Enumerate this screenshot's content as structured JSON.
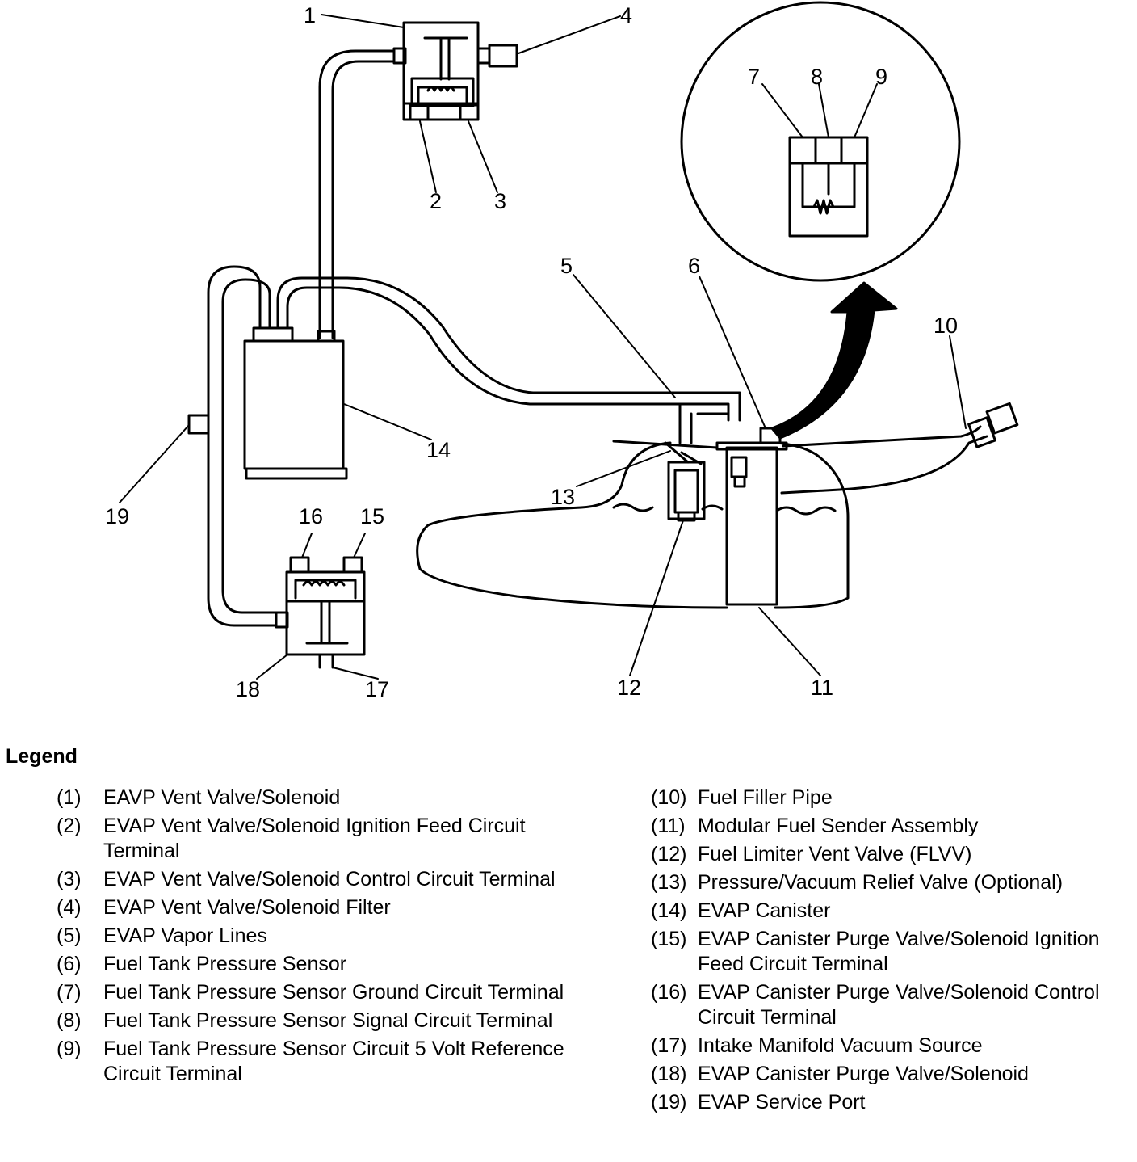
{
  "legend": {
    "title": "Legend",
    "items": [
      {
        "num": "(1)",
        "text": "EAVP Vent Valve/Solenoid"
      },
      {
        "num": "(2)",
        "text": "EVAP Vent Valve/Solenoid Ignition Feed Circuit Terminal"
      },
      {
        "num": "(3)",
        "text": "EVAP Vent Valve/Solenoid Control Circuit Terminal"
      },
      {
        "num": "(4)",
        "text": "EVAP Vent Valve/Solenoid Filter"
      },
      {
        "num": "(5)",
        "text": "EVAP Vapor Lines"
      },
      {
        "num": "(6)",
        "text": "Fuel Tank Pressure Sensor"
      },
      {
        "num": "(7)",
        "text": "Fuel Tank Pressure Sensor Ground Circuit Terminal"
      },
      {
        "num": "(8)",
        "text": "Fuel Tank Pressure Sensor Signal Circuit Terminal"
      },
      {
        "num": "(9)",
        "text": "Fuel Tank Pressure Sensor Circuit 5 Volt Reference Circuit Terminal"
      },
      {
        "num": "(10)",
        "text": "Fuel Filler Pipe"
      },
      {
        "num": "(11)",
        "text": "Modular Fuel Sender Assembly"
      },
      {
        "num": "(12)",
        "text": "Fuel Limiter Vent Valve (FLVV)"
      },
      {
        "num": "(13)",
        "text": "Pressure/Vacuum Relief Valve (Optional)"
      },
      {
        "num": "(14)",
        "text": "EVAP Canister"
      },
      {
        "num": "(15)",
        "text": "EVAP Canister Purge Valve/Solenoid Ignition Feed Circuit Terminal"
      },
      {
        "num": "(16)",
        "text": "EVAP Canister Purge Valve/Solenoid Control Circuit Terminal"
      },
      {
        "num": "(17)",
        "text": "Intake Manifold Vacuum Source"
      },
      {
        "num": "(18)",
        "text": "EVAP Canister Purge Valve/Solenoid"
      },
      {
        "num": "(19)",
        "text": "EVAP Service Port"
      }
    ]
  },
  "callouts": {
    "c1": "1",
    "c2": "2",
    "c3": "3",
    "c4": "4",
    "c5": "5",
    "c6": "6",
    "c7": "7",
    "c8": "8",
    "c9": "9",
    "c10": "10",
    "c11": "11",
    "c12": "12",
    "c13": "13",
    "c14": "14",
    "c15": "15",
    "c16": "16",
    "c17": "17",
    "c18": "18",
    "c19": "19"
  }
}
